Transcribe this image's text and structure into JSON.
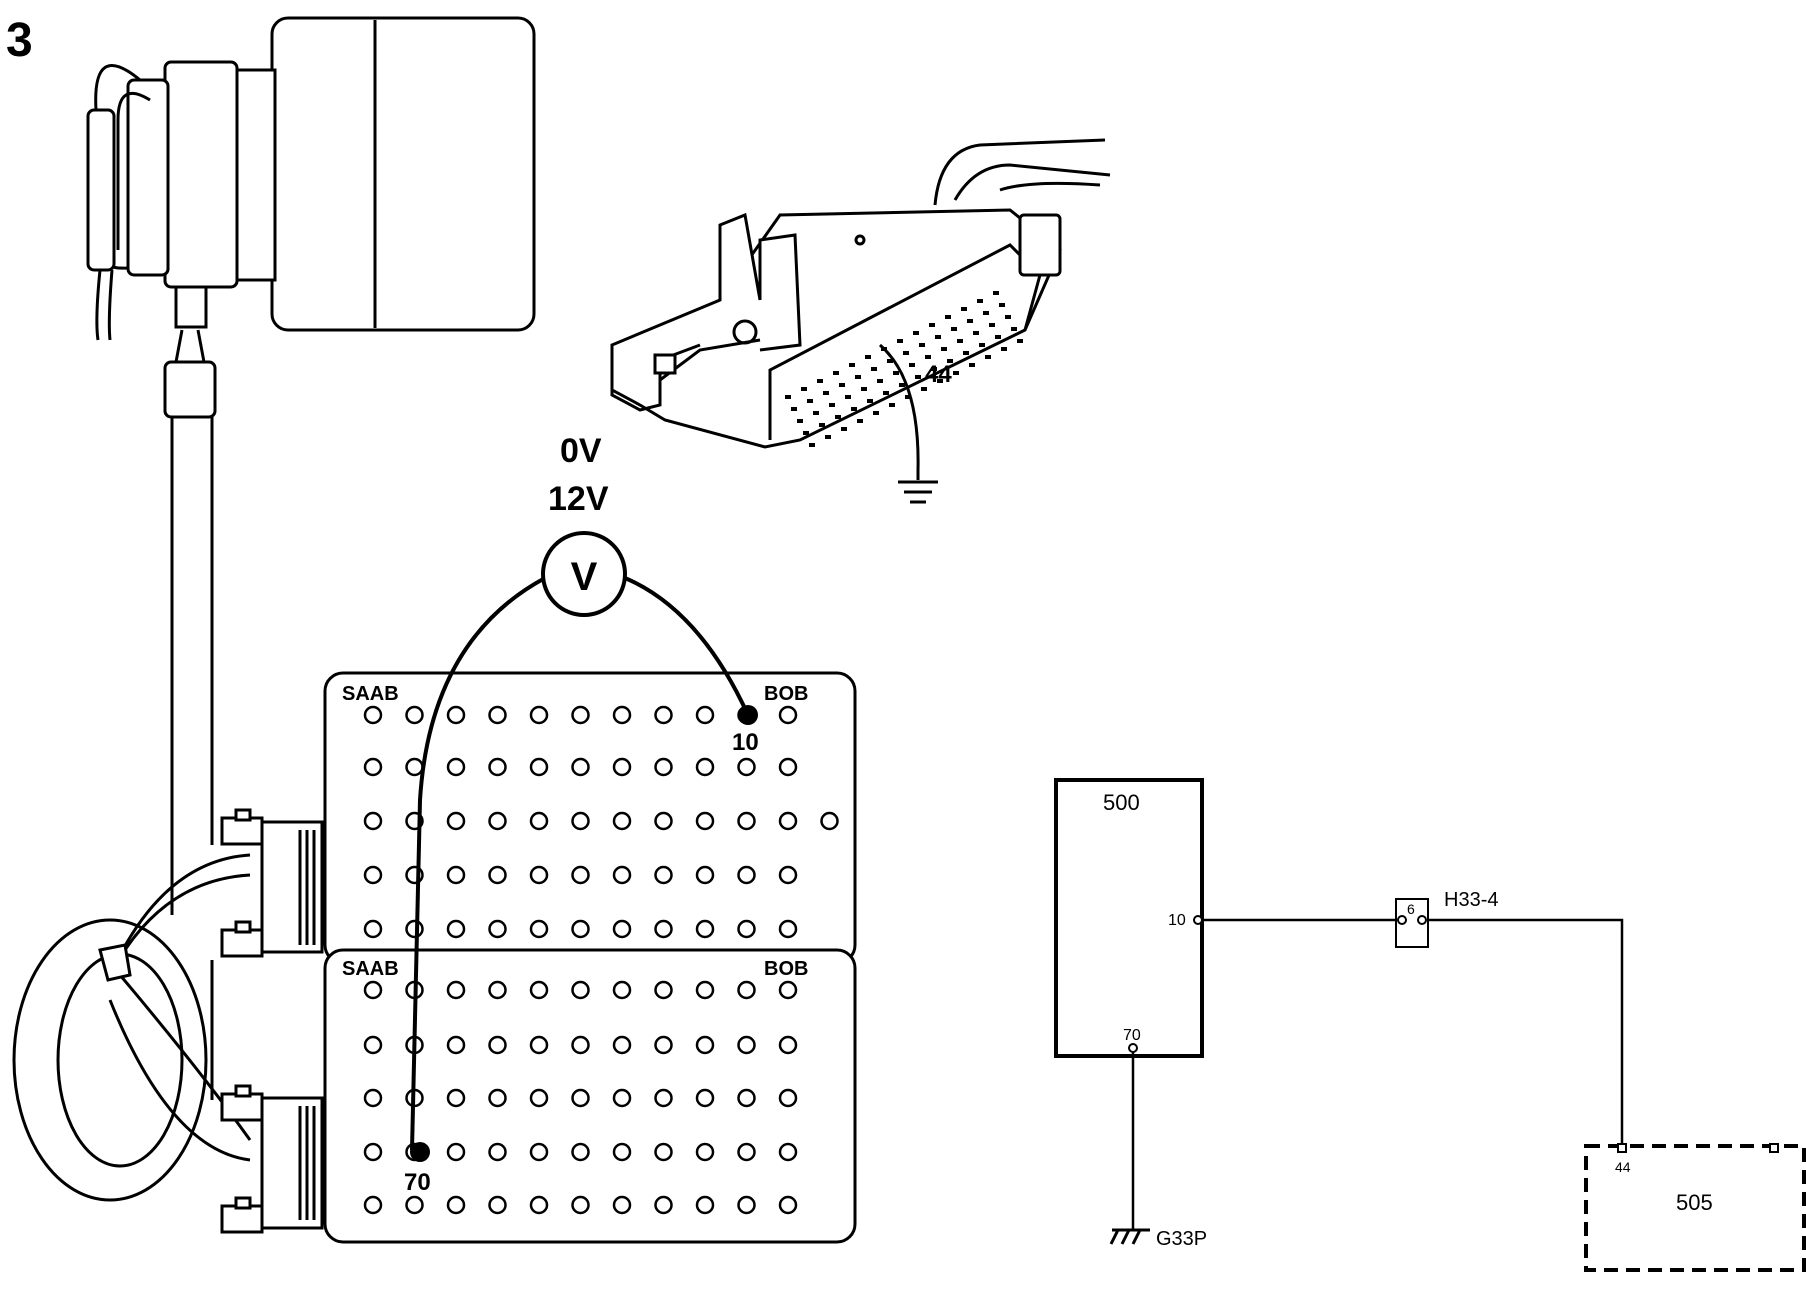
{
  "figure_number": "3",
  "meter": {
    "reading_low": "0V",
    "reading_high": "12V",
    "symbol": "V"
  },
  "connector": {
    "pin_label": "44"
  },
  "breakout_box": {
    "upper": {
      "brand": "SAAB",
      "name": "BOB"
    },
    "lower": {
      "brand": "SAAB",
      "name": "BOB"
    },
    "probe_pin_upper": "10",
    "probe_pin_lower": "70"
  },
  "schematic": {
    "ecu": {
      "label": "500",
      "pin_out": "10",
      "pin_ground": "70"
    },
    "junction": {
      "label": "H33-4",
      "pin": "6"
    },
    "module": {
      "label": "505",
      "pin": "44"
    },
    "ground": {
      "label": "G33P"
    }
  },
  "colors": {
    "ink": "#000000",
    "paper": "#ffffff"
  }
}
